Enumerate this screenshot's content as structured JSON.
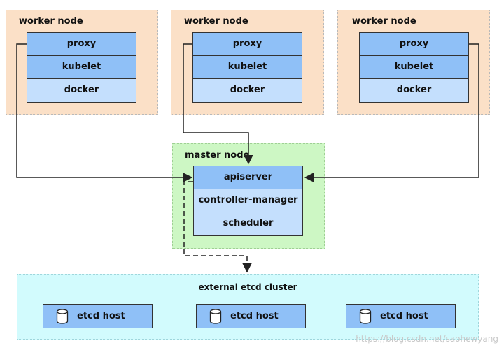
{
  "workers": [
    {
      "title": "worker node",
      "components": [
        "proxy",
        "kubelet",
        "docker"
      ]
    },
    {
      "title": "worker node",
      "components": [
        "proxy",
        "kubelet",
        "docker"
      ]
    },
    {
      "title": "worker node",
      "components": [
        "proxy",
        "kubelet",
        "docker"
      ]
    }
  ],
  "master": {
    "title": "master node",
    "components": [
      "apiserver",
      "controller-manager",
      "scheduler"
    ]
  },
  "etcd": {
    "title": "external etcd cluster",
    "hosts": [
      "etcd host",
      "etcd host",
      "etcd host"
    ]
  },
  "watermark": "https://blog.csdn.net/saohewyang",
  "colors": {
    "worker_bg": "#fbe0c7",
    "master_bg": "#cdf7c4",
    "etcd_bg": "#d2fbfd",
    "component_dark": "#8fc0f7",
    "component_light": "#c4dffd"
  },
  "icons": {
    "etcd_host": "database-cylinder-icon"
  }
}
